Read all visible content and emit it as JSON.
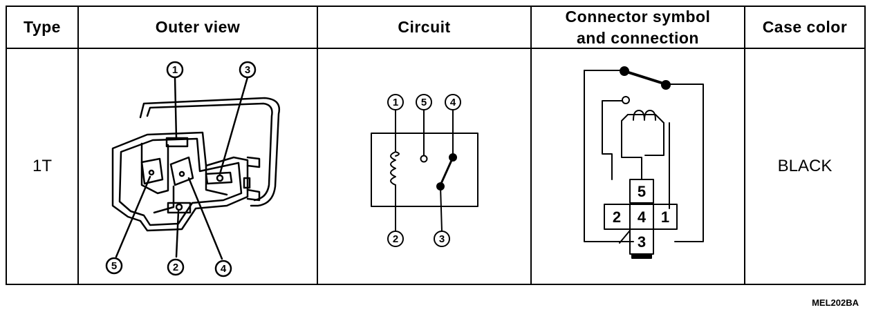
{
  "table": {
    "headers": {
      "type": "Type",
      "outer_view": "Outer view",
      "circuit": "Circuit",
      "connector_line1": "Connector symbol",
      "connector_line2": "and connection",
      "case_color": "Case color"
    },
    "row": {
      "type": "1T",
      "case_color": "BLACK"
    }
  },
  "outer_view": {
    "pin_labels": {
      "p1": "1",
      "p2": "2",
      "p3": "3",
      "p4": "4",
      "p5": "5"
    }
  },
  "circuit": {
    "pin_labels": {
      "p1": "1",
      "p2": "2",
      "p3": "3",
      "p4": "4",
      "p5": "5"
    }
  },
  "connector": {
    "pin_labels": {
      "p1": "1",
      "p2": "2",
      "p3": "3",
      "p4": "4",
      "p5": "5"
    }
  },
  "figure_code": "MEL202BA"
}
